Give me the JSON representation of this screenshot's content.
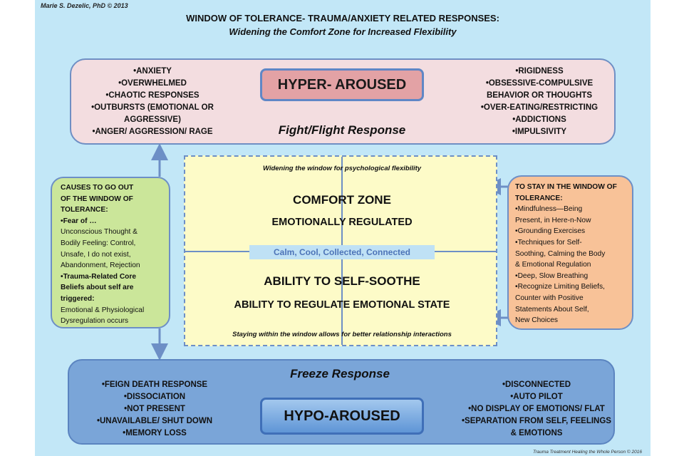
{
  "author": "Marie S. Dezelic, PhD © 2013",
  "title": "WINDOW OF TOLERANCE- TRAUMA/ANXIETY RELATED RESPONSES:",
  "subtitle": "Widening the Comfort Zone for Increased Flexibility",
  "hyper": {
    "label": "HYPER- AROUSED",
    "response": "Fight/Flight Response",
    "left_items": [
      "•ANXIETY",
      "•OVERWHELMED",
      "•CHAOTIC RESPONSES",
      "•OUTBURSTS (EMOTIONAL OR",
      "AGGRESSIVE)",
      "•ANGER/ AGGRESSION/ RAGE"
    ],
    "right_items": [
      "•RIGIDNESS",
      "•OBSESSIVE-COMPULSIVE",
      "BEHAVIOR OR THOUGHTS",
      "•OVER-EATING/RESTRICTING",
      "•ADDICTIONS",
      "•IMPULSIVITY"
    ]
  },
  "center": {
    "top_note": "Widening the window for psychological flexibility",
    "comfort": "COMFORT ZONE",
    "regulated": "EMOTIONALLY REGULATED",
    "calm": "Calm, Cool, Collected, Connected",
    "ability": "ABILITY TO SELF-SOOTHE",
    "ability_regulate": "ABILITY TO REGULATE EMOTIONAL STATE",
    "bottom_note": "Staying within the window allows for better relationship interactions"
  },
  "causes": {
    "heading_1": "CAUSES TO GO OUT",
    "heading_2": "OF THE WINDOW OF",
    "heading_3": "TOLERANCE:",
    "fear": "•Fear of …",
    "fear_1": "Unconscious Thought &",
    "fear_2": "Bodily Feeling: Control,",
    "fear_3": "Unsafe, I do not exist,",
    "fear_4": "Abandonment, Rejection",
    "core_1": "•Trauma-Related Core",
    "core_2": "Beliefs about self are",
    "core_3": "triggered:",
    "emo_1": "Emotional & Physiological",
    "emo_2": "Dysregulation occurs"
  },
  "stay": {
    "heading_1": "TO STAY IN THE WINDOW OF",
    "heading_2": "TOLERANCE:",
    "lines": [
      "•Mindfulness—Being",
      "Present, in Here-n-Now",
      "•Grounding Exercises",
      "•Techniques for Self-",
      "Soothing, Calming the Body",
      "& Emotional Regulation",
      "•Deep, Slow Breathing",
      "•Recognize Limiting Beliefs,",
      "Counter with Positive",
      "Statements About Self,",
      "New Choices"
    ]
  },
  "hypo": {
    "response": "Freeze Response",
    "label": "HYPO-AROUSED",
    "left_items": [
      "•FEIGN DEATH RESPONSE",
      "•DISSOCIATION",
      "•NOT PRESENT",
      "•UNAVAILABLE/ SHUT DOWN",
      "•MEMORY LOSS"
    ],
    "right_items": [
      "•DISCONNECTED",
      "•AUTO PILOT",
      "•NO DISPLAY OF EMOTIONS/ FLAT",
      "•SEPARATION FROM SELF, FEELINGS",
      "& EMOTIONS"
    ]
  },
  "footer": "Trauma Treatment Healing the Whole Person © 2016",
  "colors": {
    "background": "#c2e7f7",
    "hyper_box": "#f3dde0",
    "hyper_badge": "#e3a2a5",
    "hypo_box": "#7aa5d8",
    "center_box": "#fdfbc8",
    "causes_box": "#cbe69a",
    "stay_box": "#f8c298",
    "arrow": "#6d8fc6"
  }
}
